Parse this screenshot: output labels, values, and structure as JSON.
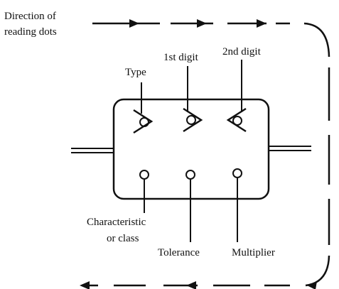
{
  "direction_label": {
    "line1": "Direction of",
    "line2": "reading dots"
  },
  "labels": {
    "type": "Type",
    "first_digit": "1st digit",
    "second_digit": "2nd digit",
    "characteristic_line1": "Characteristic",
    "characteristic_line2": "or class",
    "tolerance": "Tolerance",
    "multiplier": "Multiplier"
  },
  "colors": {
    "ink": "#111111",
    "background": "#ffffff"
  }
}
